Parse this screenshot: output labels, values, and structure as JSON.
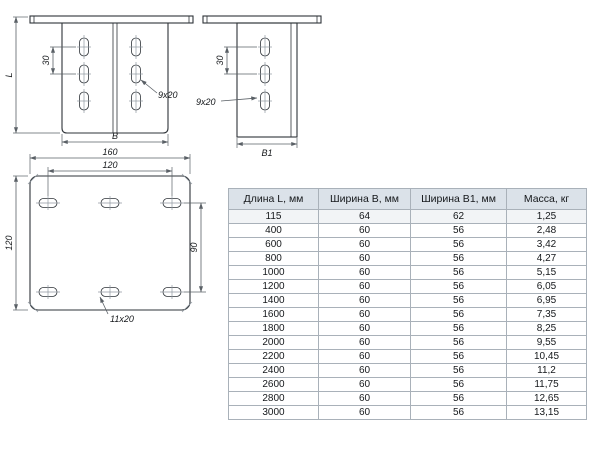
{
  "drawing": {
    "front_view": {
      "dim_hole_spacing": "30",
      "dim_length": "L",
      "dim_width": "B",
      "slot_label": "9x20"
    },
    "side_view": {
      "dim_hole_spacing": "30",
      "slot_label": "9x20",
      "dim_width": "B1"
    },
    "plan_view": {
      "dim_width_outer": "160",
      "dim_width_inner": "120",
      "dim_height": "120",
      "dim_hole_spacing": "90",
      "slot_label": "11x20"
    }
  },
  "table": {
    "headers": [
      "Длина L, мм",
      "Ширина B, мм",
      "Ширина B1, мм",
      "Масса, кг"
    ],
    "rows": [
      [
        "115",
        "64",
        "62",
        "1,25"
      ],
      [
        "400",
        "60",
        "56",
        "2,48"
      ],
      [
        "600",
        "60",
        "56",
        "3,42"
      ],
      [
        "800",
        "60",
        "56",
        "4,27"
      ],
      [
        "1000",
        "60",
        "56",
        "5,15"
      ],
      [
        "1200",
        "60",
        "56",
        "6,05"
      ],
      [
        "1400",
        "60",
        "56",
        "6,95"
      ],
      [
        "1600",
        "60",
        "56",
        "7,35"
      ],
      [
        "1800",
        "60",
        "56",
        "8,25"
      ],
      [
        "2000",
        "60",
        "56",
        "9,55"
      ],
      [
        "2200",
        "60",
        "56",
        "10,45"
      ],
      [
        "2400",
        "60",
        "56",
        "11,2"
      ],
      [
        "2600",
        "60",
        "56",
        "11,75"
      ],
      [
        "2800",
        "60",
        "56",
        "12,65"
      ],
      [
        "3000",
        "60",
        "56",
        "13,15"
      ]
    ]
  }
}
